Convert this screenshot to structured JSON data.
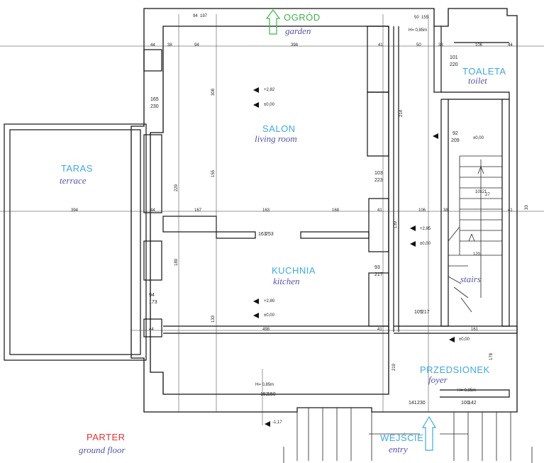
{
  "colors": {
    "room_pl": "#3fa9df",
    "room_en": "#5555aa",
    "garden_pl": "#3db64a",
    "title_pl": "#e03535",
    "walls": "#111111"
  },
  "rooms": {
    "garden": {
      "pl": "OGRÓD",
      "en": "garden"
    },
    "toilet": {
      "pl": "TOALETA",
      "en": "toilet"
    },
    "living": {
      "pl": "SALON",
      "en": "living room"
    },
    "terrace": {
      "pl": "TARAS",
      "en": "terrace"
    },
    "kitchen": {
      "pl": "KUCHNIA",
      "en": "kitchen"
    },
    "stairs": {
      "pl": "",
      "en": "stairs"
    },
    "foyer": {
      "pl": "PRZEDSIONEK",
      "en": "foyer"
    },
    "entry": {
      "pl": "WEJŚCIE",
      "en": "entry"
    }
  },
  "floor_title": {
    "pl": "PARTER",
    "en": "ground floor"
  },
  "levels": {
    "living_top": "+2,82",
    "living_floor": "±0,00",
    "kitchen_top": "+2,80",
    "kitchen_floor": "±0,00",
    "hall_top": "+2,85",
    "hall_floor": "±0,00",
    "stairs_floor": "±0,00",
    "foyer_floor": "±0,00",
    "outside": "-1,17"
  },
  "dimensions": {
    "top_94": "94",
    "top_197": "197",
    "top_50": "50",
    "top_155": "155",
    "r1_44a": "44",
    "r1_38": "38",
    "r1_94": "94",
    "r1_398": "398",
    "r1_41": "41",
    "r1_50": "50",
    "r1_38b": "38",
    "r1_106": "106",
    "r1_44b": "44",
    "win_165": "165",
    "win_230": "230",
    "door_101": "101",
    "door_220": "220",
    "door_92": "92",
    "door_209": "209",
    "door_103": "103",
    "door_223": "223",
    "mid_394": "394",
    "mid_44": "44",
    "mid_167": "167",
    "mid_163": "163",
    "mid_168": "168",
    "mid_41": "41",
    "mid_106": "106",
    "mid_38": "38",
    "mid_41b": "41",
    "open_163": "163",
    "open_253": "253",
    "door_93": "93",
    "door_217": "217",
    "win_94": "94",
    "win_173": "173",
    "st_105": "105",
    "st_217": "217",
    "bot_44": "44",
    "bot_498": "498",
    "bot_41": "41",
    "bot_161": "161",
    "win_152": "152",
    "win_150": "150",
    "f_141": "141",
    "f_230": "230",
    "f_100": "100",
    "f_142": "142",
    "stairs_steps": "10x21",
    "stairs_27": "27",
    "stairs_120": "120",
    "h_label": "H= 0,85m",
    "v_308": "308",
    "v_155": "155",
    "v_229": "229",
    "v_214": "214",
    "v_133": "133",
    "v_139": "139",
    "v_219": "219",
    "v_178": "178",
    "v_189": "189",
    "v_33": "33"
  }
}
